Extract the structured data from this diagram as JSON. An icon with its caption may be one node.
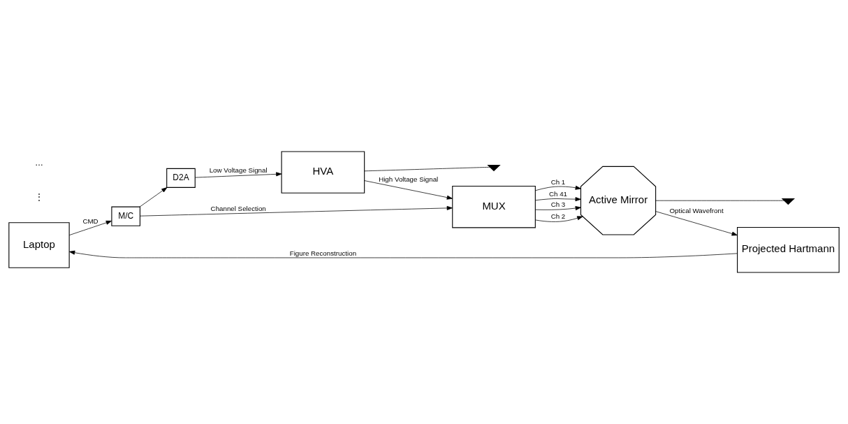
{
  "diagram": {
    "nodes": [
      {
        "text": [
          "Laptop"
        ]
      },
      {
        "text": [
          "M/C"
        ]
      },
      {
        "text": [
          "MUX"
        ]
      },
      {
        "text": [
          "D2A"
        ]
      },
      {
        "text": [
          "HVA"
        ]
      },
      {
        "text": [
          "Active Mirror"
        ]
      },
      {
        "text": [
          "Projected Hartmann"
        ]
      },
      {
        "text": [],
        "shape": "ground"
      },
      {
        "text": [],
        "shape": "ground"
      }
    ],
    "edges": [
      {
        "from": 0,
        "to": 1,
        "arrow": "to",
        "label": "CMD"
      },
      {
        "from": 1,
        "to": 2,
        "arrow": "to",
        "label": "Channel Selection"
      },
      {
        "from": 1,
        "to": 3,
        "arrow": "to"
      },
      {
        "from": 3,
        "to": 4,
        "arrow": "to",
        "label": "Low Voltage Signal"
      },
      {
        "from": 4,
        "to": 2,
        "arrow": "to",
        "label": "High Voltage Signal"
      },
      {
        "from": 2,
        "to": 5,
        "arrow": "to",
        "label": "Ch 41"
      },
      {
        "from": 2,
        "to": 5,
        "arrow": "to",
        "label": "Ch 3"
      },
      {
        "from": 2,
        "to": 5,
        "arrow": "to",
        "label": "Ch 2"
      },
      {
        "from": 2,
        "to": 5,
        "arrow": "to",
        "label": "Ch 1"
      },
      {
        "from": 4,
        "to": 7,
        "arrow": "none"
      },
      {
        "from": 5,
        "to": 8,
        "arrow": "none"
      },
      {
        "from": 5,
        "to": 6,
        "arrow": "to",
        "label": "Optical Wavefront"
      },
      {
        "from": 6,
        "to": 0,
        "arrow": "to",
        "label": "Figure Reconstruction"
      }
    ],
    "labels": [
      "⋮",
      "…"
    ]
  }
}
